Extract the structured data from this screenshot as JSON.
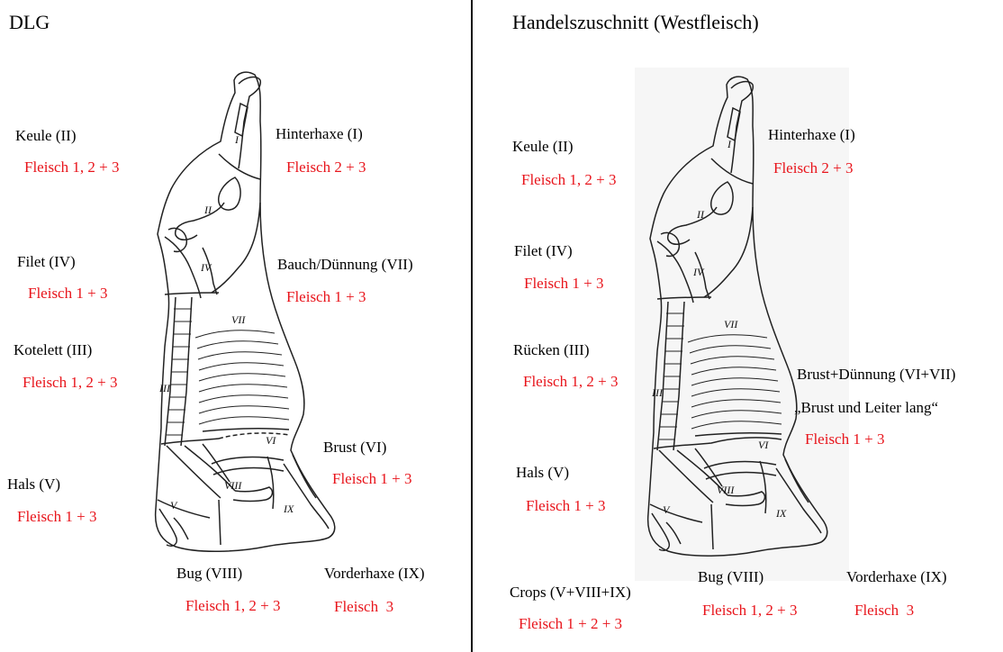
{
  "left": {
    "title": "DLG",
    "cuts": [
      {
        "name": "Keule (II)",
        "meat": "Fleisch 1, 2 + 3"
      },
      {
        "name": "Hinterhaxe (I)",
        "meat": "Fleisch 2 + 3"
      },
      {
        "name": "Filet (IV)",
        "meat": "Fleisch 1 + 3"
      },
      {
        "name": "Bauch/Dünnung (VII)",
        "meat": "Fleisch 1 + 3"
      },
      {
        "name": "Kotelett (III)",
        "meat": "Fleisch 1, 2 + 3"
      },
      {
        "name": "Brust (VI)",
        "meat": "Fleisch 1 + 3"
      },
      {
        "name": "Hals (V)",
        "meat": "Fleisch 1 + 3"
      },
      {
        "name": "Bug (VIII)",
        "meat": "Fleisch 1, 2 + 3"
      },
      {
        "name": "Vorderhaxe (IX)",
        "meat": "Fleisch  3"
      }
    ]
  },
  "right": {
    "title": "Handelszuschnitt (Westfleisch)",
    "cuts": [
      {
        "name": "Keule (II)",
        "meat": "Fleisch 1, 2 + 3"
      },
      {
        "name": "Hinterhaxe (I)",
        "meat": "Fleisch 2 + 3"
      },
      {
        "name": "Filet (IV)",
        "meat": "Fleisch 1 + 3"
      },
      {
        "name": "Rücken (III)",
        "meat": "Fleisch 1, 2 + 3"
      },
      {
        "name": "Brust+Dünnung (VI+VII)",
        "note": "„Brust und Leiter lang“",
        "meat": "Fleisch 1 + 3"
      },
      {
        "name": "Hals (V)",
        "meat": "Fleisch 1 + 3"
      },
      {
        "name": "Crops (V+VIII+IX)",
        "meat": "Fleisch 1 + 2 + 3"
      },
      {
        "name": "Bug (VIII)",
        "meat": "Fleisch 1, 2 + 3"
      },
      {
        "name": "Vorderhaxe (IX)",
        "meat": "Fleisch  3"
      }
    ]
  },
  "section_numerals": [
    "I",
    "II",
    "IV",
    "VII",
    "III",
    "VI",
    "VIII",
    "V",
    "IX"
  ]
}
